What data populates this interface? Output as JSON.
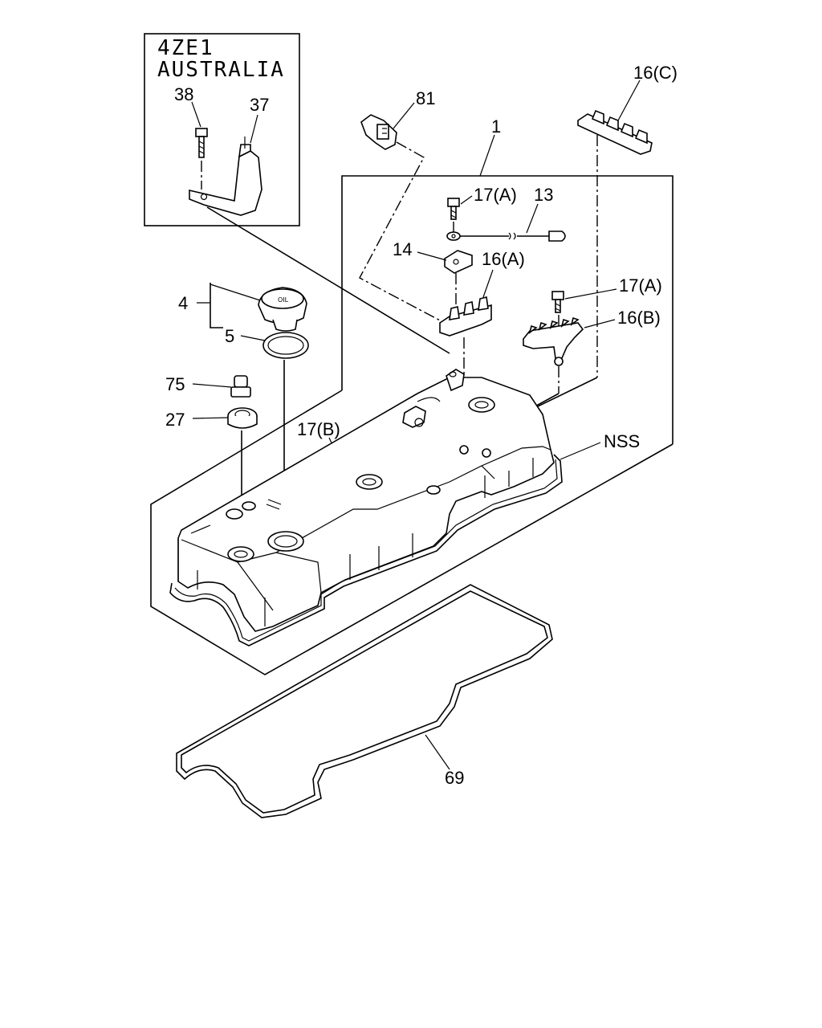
{
  "inset": {
    "title_line1": "4ZE1",
    "title_line2": "AUSTRALIA"
  },
  "callouts": {
    "p38": "38",
    "p37": "37",
    "p81": "81",
    "p1": "1",
    "p16c": "16(C)",
    "p17a_top": "17(A)",
    "p13": "13",
    "p14": "14",
    "p16a": "16(A)",
    "p17a_right": "17(A)",
    "p16b": "16(B)",
    "p4": "4",
    "p5": "5",
    "p75": "75",
    "p27": "27",
    "p17b": "17(B)",
    "nss": "NSS",
    "p69": "69"
  }
}
